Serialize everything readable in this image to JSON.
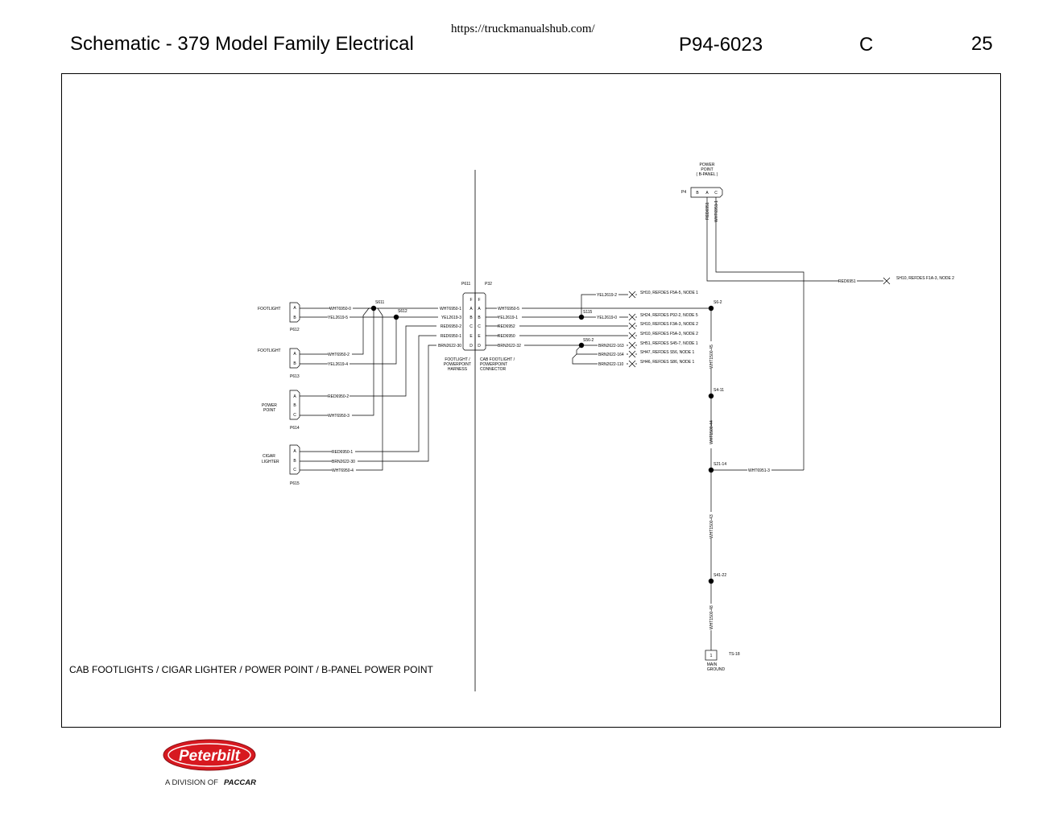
{
  "source_url": "https://truckmanualshub.com/",
  "header": {
    "title": "Schematic - 379 Model Family Electrical",
    "doc_number": "P94-6023",
    "revision": "C",
    "page": "25"
  },
  "caption": "CAB  FOOTLIGHTS / CIGAR  LIGHTER / POWER  POINT / B-PANEL  POWER  POINT",
  "logo": {
    "brand": "Peterbilt",
    "tagline_prefix": "A DIVISION OF",
    "tagline_company": "PACCAR",
    "brand_color": "#d71920"
  },
  "diagram": {
    "power_point_bpanel": {
      "line1": "POWER",
      "line2": "POINT",
      "line3": "( B-PANEL )",
      "ref": "P4",
      "pin_b": "B",
      "pin_a": "A",
      "pin_c": "C",
      "wire_b": "RED6951",
      "wire_a": "WHT6951-1"
    },
    "red6951": {
      "label": "RED6951",
      "dest": "SH10,  REFDES F1A-3,  NODE 2"
    },
    "p612": {
      "name": "FOOTLIGHT",
      "ref": "P612",
      "pin1": "A",
      "pin2": "B",
      "wire1": "WHT6950-0",
      "wire2": "YEL2619-5"
    },
    "p613": {
      "name": "FOOTLIGHT",
      "ref": "P613",
      "pin1": "A",
      "pin2": "B",
      "wire1": "WHT6950-2",
      "wire2": "YEL2619-4"
    },
    "p614": {
      "name1": "POWER",
      "name2": "POINT",
      "ref": "P614",
      "pin1": "A",
      "pin2": "B",
      "pin3": "C",
      "wire1": "RED6950-2",
      "wire3": "WHT6950-3"
    },
    "p615": {
      "name1": "CIGAR",
      "name2": "LIGHTER",
      "ref": "P615",
      "pin1": "A",
      "pin2": "B",
      "pin3": "C",
      "wire1": "RED6950-1",
      "wire2": "BRN2622-30",
      "wire3": "WHT6950-4"
    },
    "splices": {
      "s611": "S611",
      "s612": "S612",
      "s115": "S115",
      "s56_2": "S56-2",
      "s6_2": "S6-2",
      "s4_11": "S4-11",
      "s21_14": "S21-14",
      "s41_22": "S41-22"
    },
    "connector": {
      "p611": "P611",
      "p32": "P32",
      "pins": [
        "F",
        "A",
        "B",
        "C",
        "E",
        "D"
      ],
      "harness_side": [
        "FOOTLIGHT /",
        "POWERPOINT",
        "HARNESS"
      ],
      "cab_side": [
        "CAB FOOTLIGHT /",
        "POWERPOINT",
        "CONNECTOR"
      ],
      "left_wires": [
        "WHT6950-1",
        "YEL2619-3",
        "RED6950-2",
        "RED6950-1",
        "BRN2622-30"
      ],
      "right_wires": [
        "WHT6950-5",
        "YEL2619-1",
        "RED6952",
        "RED6950",
        "BRN2622-32"
      ]
    },
    "right_refs": [
      {
        "wire": "YEL2619-2",
        "dest": "SH10,  REFDES F5A-5,  NODE 1"
      },
      {
        "wire": "YEL2619-0",
        "dest": "SH24,  REFDES P92-2,  NODE 5"
      },
      {
        "wire": "",
        "dest": "SH10,  REFDES F3A-3,  NODE 2"
      },
      {
        "wire": "",
        "dest": "SH10,  REFDES F5A-3,  NODE 2"
      },
      {
        "wire": "BRN2622-163",
        "dest": "SH51,  REFDES S45-7,  NODE 1"
      },
      {
        "wire": "BRN2622-164",
        "dest": "SH47,  REFDES S56,  NODE 1"
      },
      {
        "wire": "BRN2622-110",
        "dest": "SH46,  REFDES S86,  NODE 1"
      }
    ],
    "ground_wires": {
      "w45": "WHT1500-45",
      "w44": "WHT1500-44",
      "w43": "WHT1500-43",
      "w48": "WHT1500-48",
      "wht6951_3": "WHT6951-3"
    },
    "ground": {
      "ref": "TS-18",
      "pin": "1",
      "line1": "MAIN",
      "line2": "GROUND"
    }
  }
}
